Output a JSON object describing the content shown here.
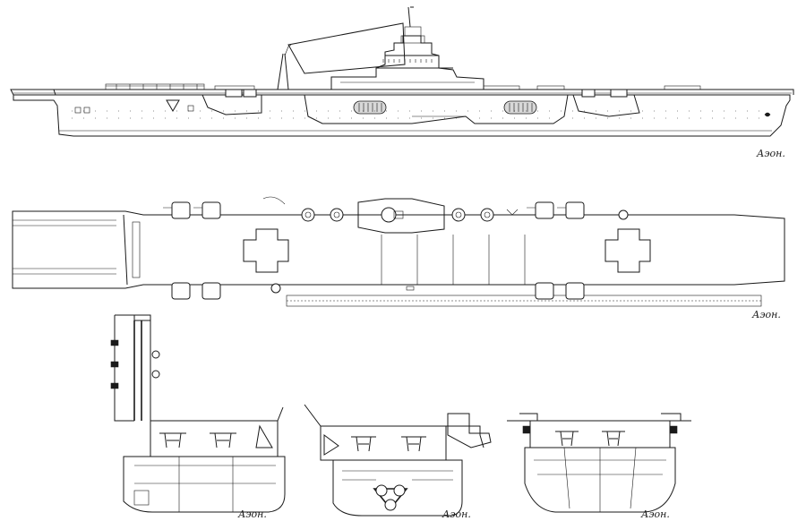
{
  "signatures": {
    "profile": "Аэон.",
    "plan": "Аэон.",
    "section_1": "Аэон.",
    "section_2": "Аэон.",
    "section_3": "Аэон."
  }
}
